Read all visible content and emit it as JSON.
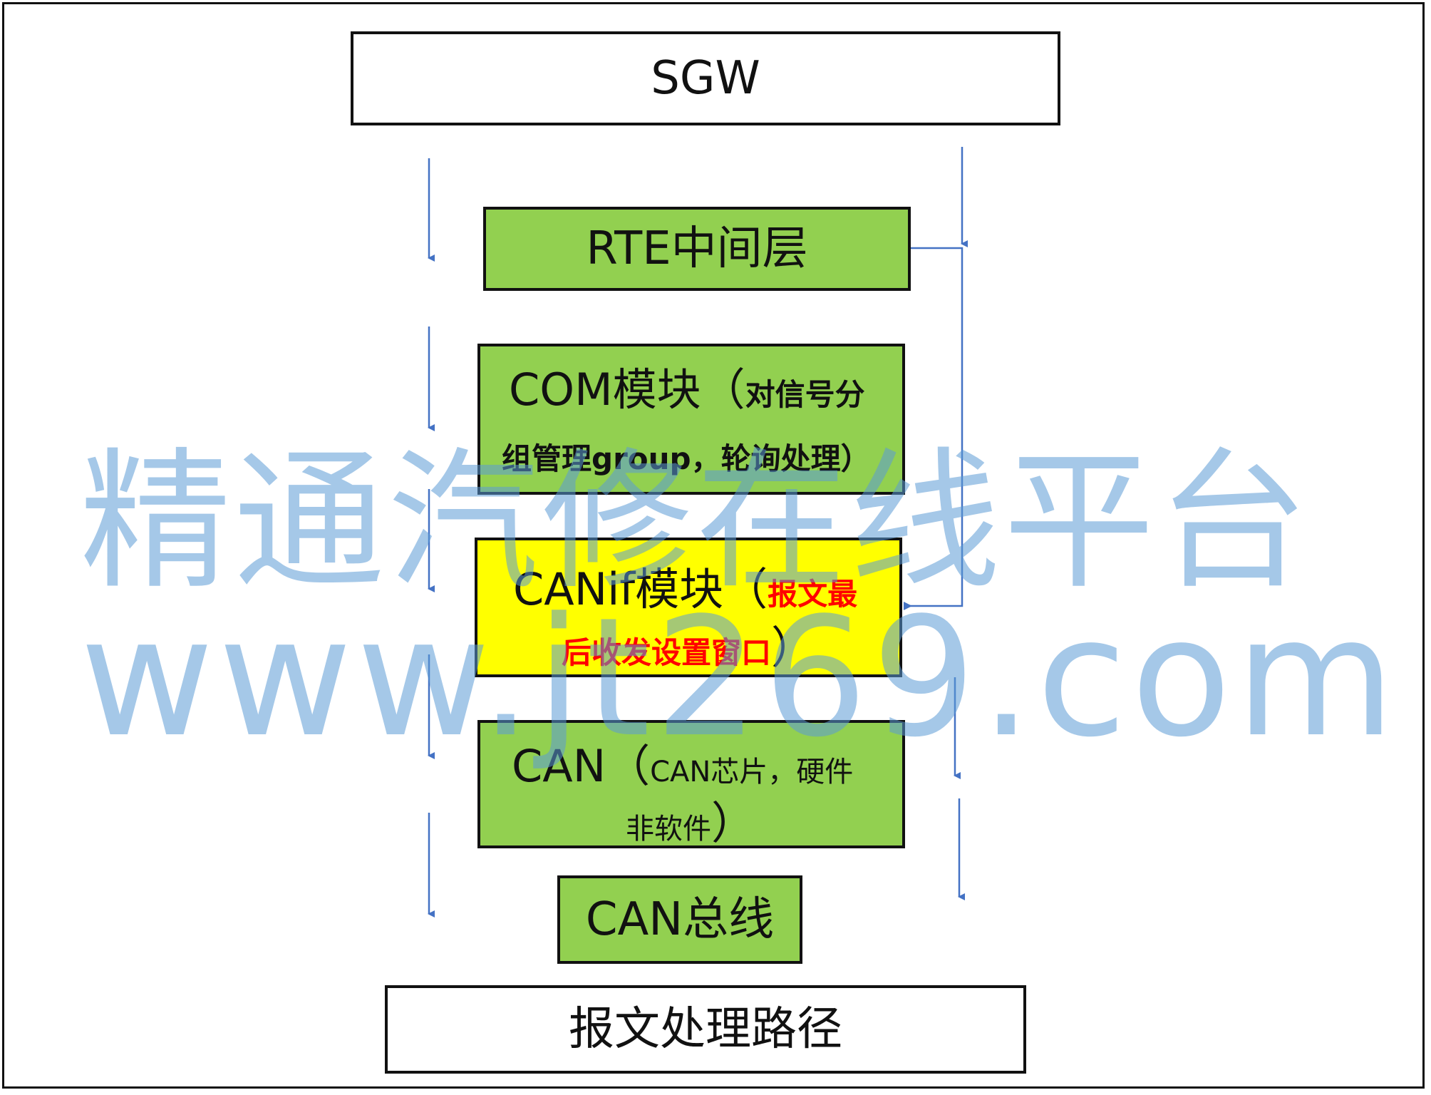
{
  "diagram": {
    "sgw_label": "SGW",
    "rte_label": "RTE中间层",
    "com": {
      "title": "COM模块（",
      "note_line1": "对信号分",
      "note_line2": "组管理group，轮询处理）"
    },
    "canif": {
      "title": "CANif模块（",
      "note_line1": "报文最",
      "note_line2": "后收发设置窗口",
      "close": "）"
    },
    "can": {
      "title": "CAN（",
      "note_line1": "CAN芯片，硬件",
      "note_line2": "非软件",
      "close": "）"
    },
    "can_bus_label": "CAN总线",
    "footer_label": "报文处理路径"
  },
  "watermark": {
    "line1": "精通汽修在线平台",
    "line2": "www.jt269.com"
  },
  "colors": {
    "green_box": "#92d050",
    "yellow_box": "#ffff00",
    "arrow": "#4472c4",
    "highlight_text": "#ff0000",
    "watermark": "#5b9bd5"
  }
}
